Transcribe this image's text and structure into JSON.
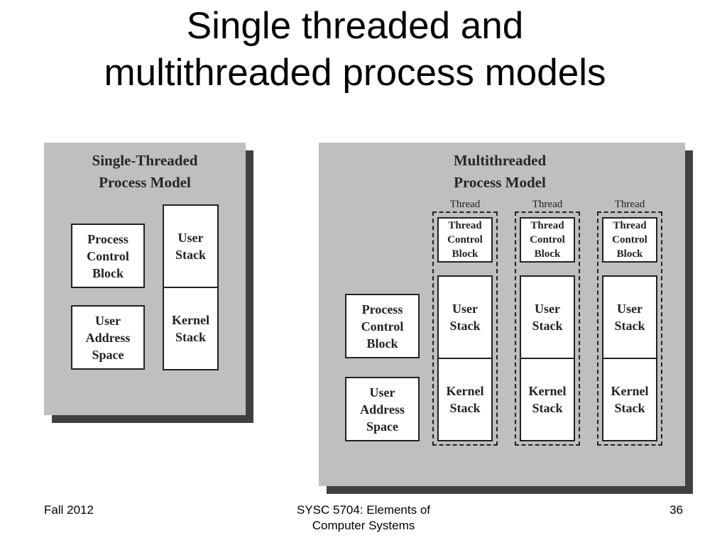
{
  "slide": {
    "title_line1": "Single threaded and",
    "title_line2": "multithreaded process models"
  },
  "single": {
    "title_line1": "Single-Threaded",
    "title_line2": "Process Model",
    "pcb": [
      "Process",
      "Control",
      "Block"
    ],
    "user_address_space": [
      "User",
      "Address",
      "Space"
    ],
    "user_stack": [
      "User",
      "Stack"
    ],
    "kernel_stack": [
      "Kernel",
      "Stack"
    ]
  },
  "multi": {
    "title_line1": "Multithreaded",
    "title_line2": "Process Model",
    "pcb": [
      "Process",
      "Control",
      "Block"
    ],
    "user_address_space": [
      "User",
      "Address",
      "Space"
    ],
    "threads": [
      {
        "label": "Thread",
        "tcb": [
          "Thread",
          "Control",
          "Block"
        ],
        "user_stack": [
          "User",
          "Stack"
        ],
        "kernel_stack": [
          "Kernel",
          "Stack"
        ]
      },
      {
        "label": "Thread",
        "tcb": [
          "Thread",
          "Control",
          "Block"
        ],
        "user_stack": [
          "User",
          "Stack"
        ],
        "kernel_stack": [
          "Kernel",
          "Stack"
        ]
      },
      {
        "label": "Thread",
        "tcb": [
          "Thread",
          "Control",
          "Block"
        ],
        "user_stack": [
          "User",
          "Stack"
        ],
        "kernel_stack": [
          "Kernel",
          "Stack"
        ]
      }
    ]
  },
  "footer": {
    "left": "Fall 2012",
    "center_line1": "SYSC 5704: Elements of",
    "center_line2": "Computer Systems",
    "right": "36"
  }
}
